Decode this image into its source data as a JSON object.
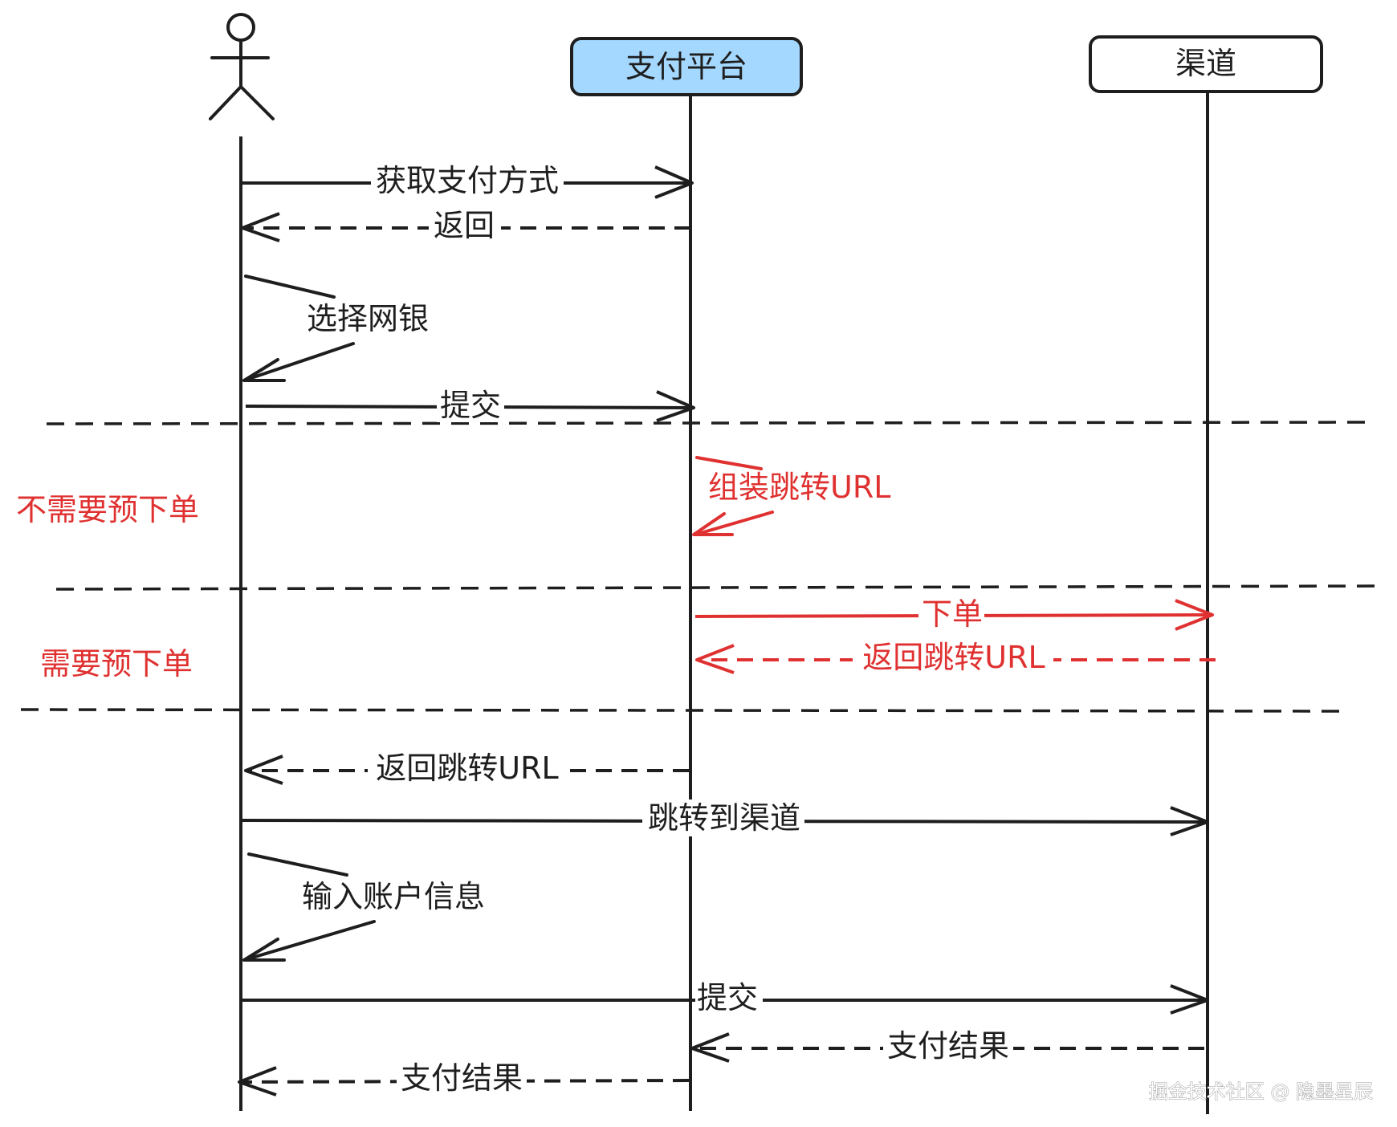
{
  "colors": {
    "ink": "#1e1e1e",
    "accent_red": "#e03131",
    "platform_fill": "#a5d8ff",
    "channel_fill": "#ffffff"
  },
  "participants": {
    "user": {
      "icon": "stick-figure-icon"
    },
    "platform": {
      "label": "支付平台"
    },
    "channel": {
      "label": "渠道"
    }
  },
  "messages": [
    {
      "id": "m1",
      "from": "user",
      "to": "platform",
      "style": "solid",
      "label": "获取支付方式"
    },
    {
      "id": "m2",
      "from": "platform",
      "to": "user",
      "style": "dashed",
      "label": "返回"
    },
    {
      "id": "m3",
      "from": "user",
      "to": "user",
      "style": "self",
      "label": "选择网银"
    },
    {
      "id": "m4",
      "from": "user",
      "to": "platform",
      "style": "solid",
      "label": "提交"
    },
    {
      "id": "m5",
      "from": "platform",
      "to": "platform",
      "style": "self",
      "color": "red",
      "label": "组装跳转URL"
    },
    {
      "id": "m6",
      "from": "platform",
      "to": "channel",
      "style": "solid",
      "color": "red",
      "label": "下单"
    },
    {
      "id": "m7",
      "from": "channel",
      "to": "platform",
      "style": "dashed",
      "color": "red",
      "label": "返回跳转URL"
    },
    {
      "id": "m8",
      "from": "platform",
      "to": "user",
      "style": "dashed",
      "label": "返回跳转URL"
    },
    {
      "id": "m9",
      "from": "user",
      "to": "channel",
      "style": "solid",
      "label": "跳转到渠道"
    },
    {
      "id": "m10",
      "from": "user",
      "to": "user",
      "style": "self",
      "label": "输入账户信息"
    },
    {
      "id": "m11",
      "from": "user",
      "to": "channel",
      "style": "solid",
      "label": "提交"
    },
    {
      "id": "m12",
      "from": "channel",
      "to": "platform",
      "style": "dashed",
      "label": "支付结果"
    },
    {
      "id": "m13",
      "from": "platform",
      "to": "user",
      "style": "dashed",
      "label": "支付结果"
    }
  ],
  "zones": [
    {
      "id": "z1",
      "label": "不需要预下单"
    },
    {
      "id": "z2",
      "label": "需要预下单"
    }
  ],
  "watermark": "掘金技术社区 @ 隐墨星辰"
}
